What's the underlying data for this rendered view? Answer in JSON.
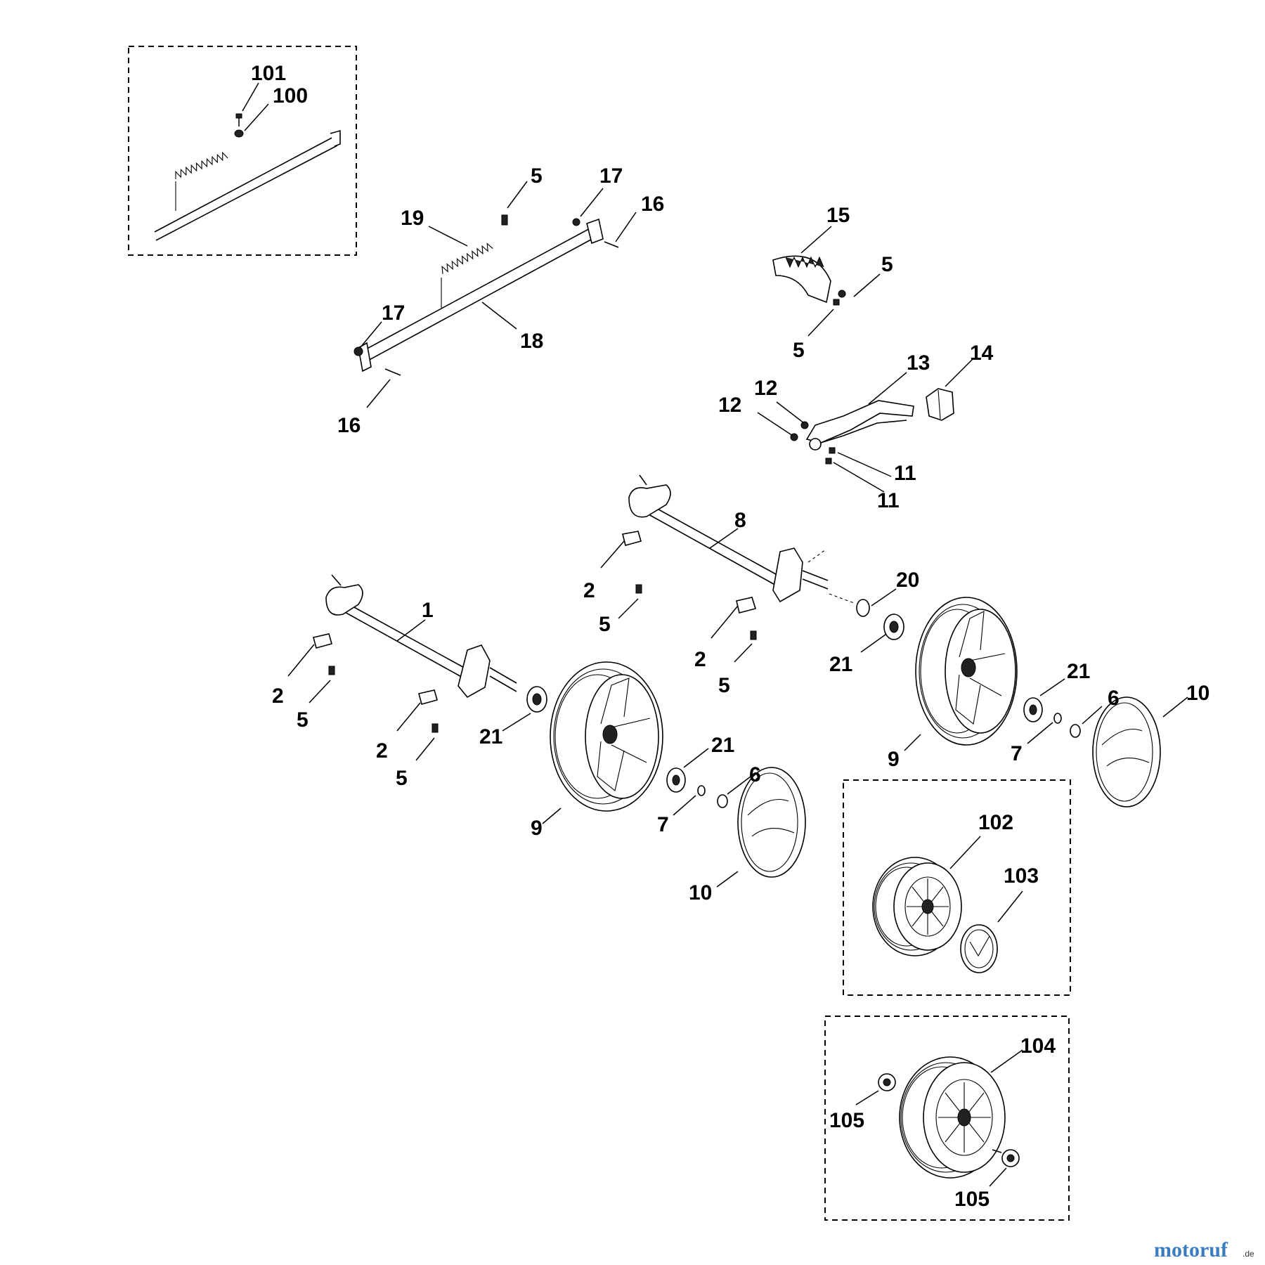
{
  "diagram": {
    "callouts": {
      "c101": "101",
      "c100": "100",
      "c5a": "5",
      "c17a": "17",
      "c16a": "16",
      "c19": "19",
      "c17b": "17",
      "c18": "18",
      "c16b": "16",
      "c15": "15",
      "c5b": "5",
      "c5c": "5",
      "c13": "13",
      "c14": "14",
      "c12a": "12",
      "c12b": "12",
      "c11a": "11",
      "c11b": "11",
      "c8": "8",
      "c2a": "2",
      "c5d": "5",
      "c20": "20",
      "c2b": "2",
      "c21a": "21",
      "c5e": "5",
      "c21b": "21",
      "c9a": "9",
      "c6a": "6",
      "c7a": "7",
      "c10a": "10",
      "c1": "1",
      "c2c": "2",
      "c5f": "5",
      "c2d": "2",
      "c5g": "5",
      "c21c": "21",
      "c21d": "21",
      "c6b": "6",
      "c9b": "9",
      "c7b": "7",
      "c10b": "10",
      "c102": "102",
      "c103": "103",
      "c104": "104",
      "c105a": "105",
      "c105b": "105"
    },
    "watermark": {
      "brand": "motoruf",
      "suffix": ".de"
    }
  }
}
